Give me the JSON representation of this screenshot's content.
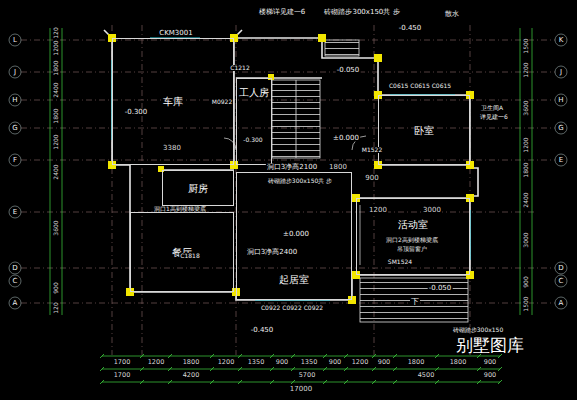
{
  "diagram": {
    "nodes": [
      {
        "text": [
          "车库"
        ]
      },
      {
        "text": [
          "工人房"
        ]
      },
      {
        "text": [
          "卧室"
        ]
      },
      {
        "text": [
          "厨房"
        ]
      },
      {
        "text": [
          "餐厅"
        ]
      },
      {
        "text": [
          "起居室"
        ]
      },
      {
        "text": [
          "活动室"
        ]
      }
    ],
    "labels": [
      "CKM3001",
      "楼梯详见建一6",
      "砖砌踏步300x150共 步",
      "散水",
      "-0.450",
      "-0.050",
      "C0615 C0615 C0615",
      "卫生间A",
      "详见建一6",
      "M1522",
      "±0.000",
      "-0.300",
      "-0.300",
      "C1212",
      "3380",
      "M0922",
      "洞口3净高2100",
      "砖砌踏步300x150共 步",
      "1800",
      "900",
      "1200",
      "3000",
      "洞口1高到楼梯梁底",
      "C1818",
      "洞口3净高2400",
      "±0.000",
      "洞口2高到楼梯梁底",
      "吊顶留窗户",
      "SM1524",
      "C0922 C0922 C0922",
      "-0.450",
      "-0.050",
      "下",
      "砖砌踏步300x150",
      "1700",
      "1200",
      "1800",
      "1200",
      "1350",
      "900",
      "1350",
      "900",
      "1200",
      "900",
      "1800",
      "1800",
      "900",
      "1700",
      "4200",
      "5700",
      "4500",
      "900",
      "17000",
      "别墅图库",
      "L",
      "J",
      "H",
      "G",
      "F",
      "E",
      "D",
      "C",
      "A",
      "K",
      "J",
      "H",
      "G",
      "E",
      "D",
      "C",
      "A",
      "120",
      "1200",
      "1800",
      "2400",
      "1800",
      "1200",
      "2400",
      "3600",
      "900",
      "120",
      "1500",
      "1200",
      "3600",
      "1200",
      "1800",
      "2400",
      "3000",
      "900",
      "1500"
    ]
  }
}
